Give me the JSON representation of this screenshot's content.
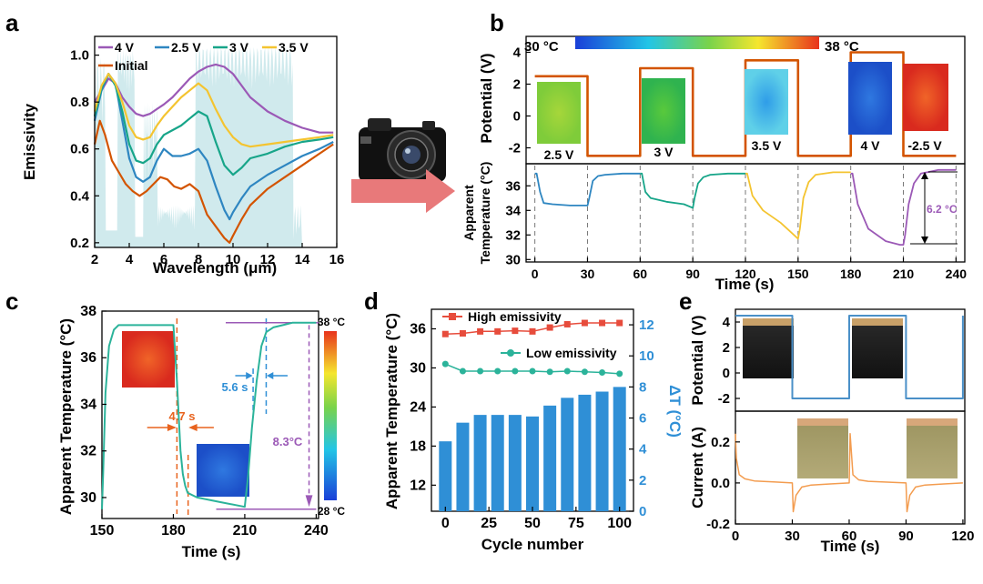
{
  "panels": {
    "a": "a",
    "b": "b",
    "c": "c",
    "d": "d",
    "e": "e"
  },
  "colors": {
    "v4": "#9b59b6",
    "v25": "#2e86c1",
    "v3": "#17a589",
    "v35": "#f4c430",
    "initial": "#d35400",
    "atm": "#a9d8df",
    "orange": "#d35400",
    "teal": "#2bb39a",
    "blue": "#2f8fd6",
    "red": "#e74c3c",
    "purple": "#9b59b6",
    "arrow": "#e8797a",
    "eblue": "#4a90c8",
    "eorange": "#f39c4f"
  },
  "camera_icon": "camera-icon",
  "chart_data": [
    {
      "panel": "a",
      "type": "line",
      "xlabel": "Wavelength (μm)",
      "ylabel": "Emissivity",
      "xlim": [
        2,
        16
      ],
      "ylim": [
        0.18,
        1.08
      ],
      "xticks": [
        2,
        4,
        6,
        8,
        10,
        12,
        14,
        16
      ],
      "yticks": [
        0.2,
        0.4,
        0.6,
        0.8,
        1.0
      ],
      "ytick_labels": [
        "0.2",
        "0.4",
        "0.6",
        "0.8",
        "1.0"
      ],
      "legend": "top-left",
      "series": [
        {
          "name": "4 V",
          "color": "#9b59b6",
          "x": [
            2,
            2.4,
            2.8,
            3.2,
            3.6,
            4,
            4.4,
            4.8,
            5.2,
            5.6,
            6,
            6.5,
            7,
            7.5,
            8,
            8.5,
            9,
            9.5,
            10,
            10.5,
            11,
            12,
            13,
            14,
            15,
            15.8
          ],
          "y": [
            0.8,
            0.85,
            0.9,
            0.88,
            0.82,
            0.78,
            0.75,
            0.74,
            0.75,
            0.77,
            0.79,
            0.82,
            0.86,
            0.9,
            0.93,
            0.95,
            0.96,
            0.95,
            0.92,
            0.87,
            0.82,
            0.76,
            0.72,
            0.69,
            0.67,
            0.67
          ]
        },
        {
          "name": "2.5 V",
          "color": "#2e86c1",
          "x": [
            2,
            2.4,
            2.8,
            3.2,
            3.6,
            4,
            4.4,
            4.8,
            5.2,
            5.6,
            6,
            6.5,
            7,
            7.5,
            8,
            8.5,
            9,
            9.5,
            9.8,
            10,
            10.5,
            11,
            12,
            13,
            14,
            15,
            15.8
          ],
          "y": [
            0.72,
            0.85,
            0.92,
            0.88,
            0.72,
            0.56,
            0.48,
            0.46,
            0.48,
            0.55,
            0.6,
            0.57,
            0.57,
            0.58,
            0.6,
            0.55,
            0.44,
            0.34,
            0.3,
            0.33,
            0.39,
            0.44,
            0.49,
            0.53,
            0.57,
            0.6,
            0.63
          ]
        },
        {
          "name": "3 V",
          "color": "#17a589",
          "x": [
            2,
            2.4,
            2.8,
            3.2,
            3.6,
            4,
            4.4,
            4.8,
            5.2,
            5.6,
            6,
            6.5,
            7,
            7.5,
            8,
            8.5,
            9,
            9.5,
            10,
            10.5,
            11,
            12,
            13,
            14,
            15,
            15.8
          ],
          "y": [
            0.74,
            0.86,
            0.92,
            0.87,
            0.76,
            0.62,
            0.55,
            0.54,
            0.56,
            0.62,
            0.66,
            0.68,
            0.7,
            0.73,
            0.76,
            0.74,
            0.63,
            0.53,
            0.49,
            0.52,
            0.56,
            0.58,
            0.61,
            0.63,
            0.64,
            0.65
          ]
        },
        {
          "name": "3.5 V",
          "color": "#f4c430",
          "x": [
            2,
            2.4,
            2.8,
            3.2,
            3.6,
            4,
            4.4,
            4.8,
            5.2,
            5.6,
            6,
            6.5,
            7,
            7.5,
            8,
            8.5,
            9,
            9.5,
            10,
            10.5,
            11,
            12,
            13,
            14,
            15,
            15.8
          ],
          "y": [
            0.76,
            0.87,
            0.92,
            0.88,
            0.8,
            0.7,
            0.65,
            0.64,
            0.65,
            0.7,
            0.74,
            0.78,
            0.82,
            0.85,
            0.88,
            0.85,
            0.77,
            0.7,
            0.65,
            0.62,
            0.61,
            0.62,
            0.63,
            0.64,
            0.65,
            0.66
          ]
        },
        {
          "name": "Initial",
          "color": "#d35400",
          "x": [
            2,
            2.3,
            2.6,
            3,
            3.4,
            3.8,
            4.2,
            4.6,
            5,
            5.4,
            5.8,
            6.2,
            6.6,
            7,
            7.5,
            8,
            8.5,
            9,
            9.5,
            9.8,
            10,
            10.5,
            11,
            12,
            13,
            14,
            15,
            15.8
          ],
          "y": [
            0.62,
            0.72,
            0.66,
            0.55,
            0.5,
            0.45,
            0.42,
            0.4,
            0.42,
            0.45,
            0.48,
            0.47,
            0.44,
            0.43,
            0.45,
            0.42,
            0.32,
            0.27,
            0.22,
            0.2,
            0.23,
            0.3,
            0.36,
            0.43,
            0.48,
            0.53,
            0.58,
            0.62
          ]
        }
      ]
    },
    {
      "panel": "b-top",
      "type": "line",
      "ylabel": "Potential (V)",
      "xlim": [
        -5,
        245
      ],
      "ylim": [
        -3,
        5
      ],
      "yticks": [
        -2,
        0,
        2,
        4
      ],
      "ytick_labels": [
        "-2",
        "0",
        "2",
        "4"
      ],
      "series": [
        {
          "name": "",
          "color": "#d35400",
          "x": [
            0,
            30,
            30,
            60,
            60,
            90,
            90,
            120,
            120,
            150,
            150,
            180,
            180,
            210,
            210,
            240
          ],
          "y": [
            2.5,
            2.5,
            -2.5,
            -2.5,
            3,
            3,
            -2.5,
            -2.5,
            3.5,
            3.5,
            -2.5,
            -2.5,
            4,
            4,
            -2.5,
            -2.5
          ]
        }
      ],
      "colorbar": {
        "min_label": "30 °C",
        "max_label": "38 °C"
      },
      "inset_labels": [
        "2.5 V",
        "3 V",
        "3.5 V",
        "4 V",
        "-2.5 V"
      ]
    },
    {
      "panel": "b-bottom",
      "type": "line",
      "ylabel_line1": "Apparent",
      "ylabel_line2": "Temperature (°C)",
      "xlabel": "Time (s)",
      "xlim": [
        -5,
        245
      ],
      "ylim": [
        29.8,
        37.8
      ],
      "xticks": [
        0,
        30,
        60,
        90,
        120,
        150,
        180,
        210,
        240
      ],
      "yticks": [
        30,
        32,
        34,
        36
      ],
      "ytick_labels": [
        "30",
        "32",
        "34",
        "36"
      ],
      "series": [
        {
          "name": "",
          "color": "#2e86c1",
          "x": [
            0,
            1,
            3,
            5,
            10,
            20,
            30,
            31,
            33,
            36,
            40,
            50,
            60
          ],
          "y": [
            37,
            37,
            35.5,
            34.6,
            34.5,
            34.4,
            34.4,
            35,
            36.4,
            36.8,
            36.9,
            37,
            37
          ]
        },
        {
          "name": "",
          "color": "#17a589",
          "x": [
            60,
            61,
            63,
            66,
            75,
            85,
            90,
            91,
            93,
            96,
            100,
            110,
            120
          ],
          "y": [
            37,
            37,
            35.5,
            35,
            34.7,
            34.5,
            34.2,
            35,
            36.2,
            36.7,
            36.9,
            37,
            37
          ]
        },
        {
          "name": "",
          "color": "#f4c430",
          "x": [
            120,
            121,
            124,
            130,
            140,
            150,
            151,
            153,
            156,
            160,
            170,
            180
          ],
          "y": [
            37,
            37,
            35.2,
            34,
            33,
            31.7,
            32.5,
            35,
            36.3,
            36.9,
            37.1,
            37.1
          ]
        },
        {
          "name": "",
          "color": "#9b59b6",
          "x": [
            180,
            181,
            184,
            190,
            200,
            208,
            210,
            211,
            213,
            216,
            220,
            230,
            240
          ],
          "y": [
            37,
            37,
            34.5,
            32.5,
            31.5,
            31.2,
            31.2,
            32,
            34.5,
            36.2,
            37,
            37.3,
            37.3
          ]
        }
      ],
      "annotation": "6.2 °C"
    },
    {
      "panel": "c",
      "type": "line",
      "xlabel": "Time (s)",
      "ylabel": "Apparent Temperature (°C)",
      "xlim": [
        150,
        241
      ],
      "ylim": [
        29.1,
        38
      ],
      "xticks": [
        150,
        180,
        210,
        240
      ],
      "yticks": [
        30,
        32,
        34,
        36,
        38
      ],
      "ytick_labels": [
        "30",
        "32",
        "34",
        "36",
        "38"
      ],
      "series": [
        {
          "name": "",
          "color": "#2bb39a",
          "x": [
            150,
            150.5,
            151.5,
            153,
            155,
            157,
            160,
            170,
            180,
            181.5,
            183,
            184,
            185,
            186,
            190,
            200,
            210,
            211.5,
            213,
            215,
            217,
            219,
            222,
            226,
            230,
            240
          ],
          "y": [
            29.5,
            31,
            34.5,
            36.5,
            37.2,
            37.4,
            37.4,
            37.4,
            37.4,
            35,
            32,
            31,
            30.5,
            30.2,
            30,
            29.8,
            29.6,
            31,
            33,
            35,
            36.5,
            37.1,
            37.3,
            37.4,
            37.5,
            37.5
          ]
        }
      ],
      "annotations": [
        "4.7 s",
        "5.6 s",
        "8.3°C"
      ],
      "colorbar": {
        "max_label": "38 °C",
        "min_label": "28 °C"
      }
    },
    {
      "panel": "d",
      "type": "bar",
      "xlabel": "Cycle number",
      "ylabel_left": "Apparent Temperature (°C)",
      "ylabel_right": "ΔT (°C)",
      "xlim": [
        -8,
        108
      ],
      "ylim_left": [
        8,
        39
      ],
      "ylim_right": [
        0,
        13
      ],
      "xticks": [
        0,
        25,
        50,
        75,
        100
      ],
      "yticks_left": [
        12,
        18,
        24,
        30,
        36
      ],
      "yticks_right": [
        0,
        2,
        4,
        6,
        8,
        10,
        12
      ],
      "ytick_labels_left": [
        "12",
        "18",
        "24",
        "30",
        "36"
      ],
      "ytick_labels_right": [
        "0",
        "2",
        "4",
        "6",
        "8",
        "10",
        "12"
      ],
      "categories": [
        0,
        10,
        20,
        30,
        40,
        50,
        60,
        70,
        80,
        90,
        100
      ],
      "bar_values": [
        4.5,
        5.7,
        6.2,
        6.2,
        6.2,
        6.1,
        6.8,
        7.3,
        7.5,
        7.7,
        8.0
      ],
      "series": [
        {
          "name": "High emissivity",
          "color": "#e74c3c",
          "values": [
            35.2,
            35.3,
            35.6,
            35.6,
            35.7,
            35.6,
            36.2,
            36.7,
            36.9,
            36.9,
            36.9
          ]
        },
        {
          "name": "Low emissivity",
          "color": "#2bb39a",
          "values": [
            30.6,
            29.5,
            29.5,
            29.5,
            29.5,
            29.5,
            29.4,
            29.5,
            29.4,
            29.3,
            29.1
          ]
        }
      ]
    },
    {
      "panel": "e-top",
      "type": "line",
      "ylabel": "Potential (V)",
      "xlim": [
        0,
        121
      ],
      "ylim": [
        -3,
        5
      ],
      "yticks": [
        -2,
        0,
        2,
        4
      ],
      "ytick_labels": [
        "-2",
        "0",
        "2",
        "4"
      ],
      "series": [
        {
          "name": "",
          "color": "#4a90c8",
          "x": [
            0,
            30,
            30,
            60,
            60,
            90,
            90,
            120,
            120
          ],
          "y": [
            4.5,
            4.5,
            -2,
            -2,
            4.5,
            4.5,
            -2,
            -2,
            4.5
          ]
        }
      ]
    },
    {
      "panel": "e-bottom",
      "type": "line",
      "ylabel": "Current (A)",
      "xlabel": "Time (s)",
      "xlim": [
        0,
        121
      ],
      "ylim": [
        -0.2,
        0.35
      ],
      "xticks": [
        0,
        30,
        60,
        90,
        120
      ],
      "yticks": [
        -0.2,
        0.0,
        0.2
      ],
      "ytick_labels": [
        "-0.2",
        "0.0",
        "0.2"
      ],
      "series": [
        {
          "name": "",
          "color": "#f39c4f",
          "x": [
            0,
            0.5,
            2,
            5,
            10,
            20,
            30,
            30.5,
            32,
            35,
            40,
            50,
            60,
            60.5,
            62,
            65,
            70,
            80,
            90,
            90.5,
            92,
            95,
            100,
            110,
            120
          ],
          "y": [
            0.24,
            0.12,
            0.04,
            0.02,
            0.01,
            0.005,
            0.0,
            -0.14,
            -0.06,
            -0.02,
            -0.01,
            -0.005,
            0.0,
            0.24,
            0.04,
            0.015,
            0.008,
            0.004,
            0.0,
            -0.14,
            -0.06,
            -0.02,
            -0.01,
            -0.005,
            0.0
          ]
        }
      ]
    }
  ]
}
